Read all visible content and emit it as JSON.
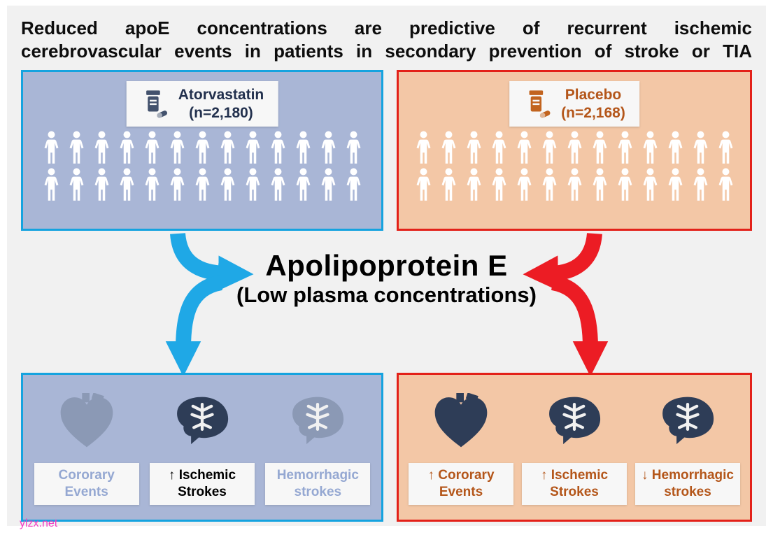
{
  "colors": {
    "blue_border": "#15a3df",
    "blue_bg": "#a9b6d6",
    "red_border": "#e32119",
    "orange_bg": "#f3c7a6",
    "blue_arrow": "#1fa8e6",
    "red_arrow": "#ec1c24",
    "navy_text": "#22304d",
    "orange_text": "#b4561a",
    "muted_blue": "#95a8d2",
    "dark_icon": "#2e3d57",
    "muted_icon": "#8b99b5",
    "watermark_pink": "#f23cc3"
  },
  "title": {
    "line1": "Reduced apoE concentrations are predictive of recurrent ischemic",
    "line2": "cerebrovascular events in patients in secondary prevention of stroke or TIA"
  },
  "groups": {
    "atorvastatin": {
      "name": "Atorvastatin",
      "n": "(n=2,180)",
      "rows": [
        13,
        13
      ]
    },
    "placebo": {
      "name": "Placebo",
      "n": "(n=2,168)",
      "rows": [
        13,
        13
      ]
    }
  },
  "center": {
    "title": "Apolipoprotein E",
    "subtitle": "(Low plasma concentrations)"
  },
  "outcomes": {
    "atorvastatin": [
      {
        "label": "Cororary Events"
      },
      {
        "label": "↑ Ischemic Strokes"
      },
      {
        "label": "Hemorrhagic strokes"
      }
    ],
    "placebo": [
      {
        "label": "↑ Cororary Events"
      },
      {
        "label": "↑ Ischemic Strokes"
      },
      {
        "label": "↓ Hemorrhagic strokes"
      }
    ]
  },
  "watermark": "ylzx.net"
}
